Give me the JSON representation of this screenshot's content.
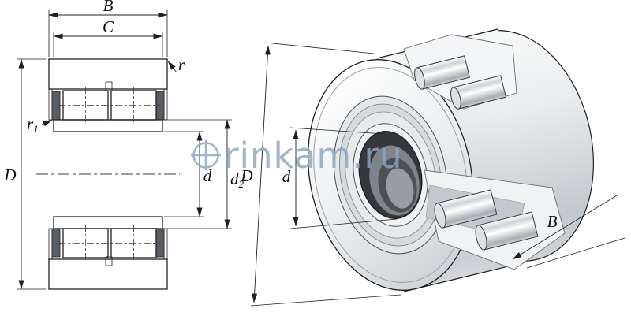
{
  "drawing": {
    "kind": "support-track-roller-bearing-drawing",
    "views": [
      "cross-section",
      "isometric-cutaway"
    ]
  },
  "section_view": {
    "dim_B": "B",
    "dim_C": "C",
    "dim_r": "r",
    "dim_r1_base": "r",
    "dim_r1_sub": "1",
    "dim_D": "D",
    "dim_d": "d",
    "dim_d2_base": "d",
    "dim_d2_sub": "2"
  },
  "iso_view": {
    "dim_D": "D",
    "dim_d": "d",
    "dim_B": "B"
  },
  "watermark": {
    "text": "rinkam.ru",
    "color": "#8ba6c2"
  },
  "colors": {
    "line": "#1f1f1f",
    "watermark": "#8ba6c2",
    "background": "#ffffff"
  }
}
